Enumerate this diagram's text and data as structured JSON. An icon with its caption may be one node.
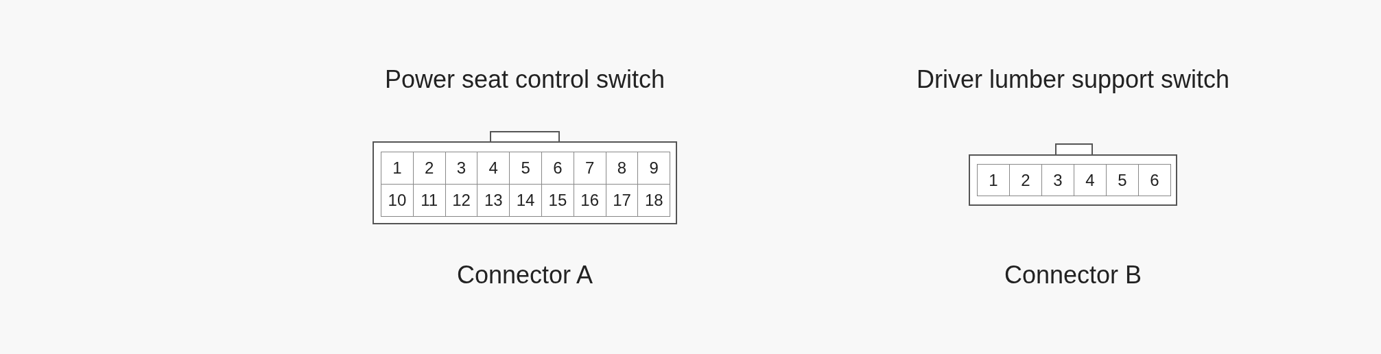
{
  "diagram": {
    "nodes": [
      {
        "text": [
          "Power seat control switch"
        ],
        "beside": [
          "Connector A"
        ]
      },
      {
        "text": [
          "1"
        ],
        "in": 0
      },
      {
        "text": [
          "2"
        ],
        "in": 0
      },
      {
        "text": [
          "3"
        ],
        "in": 0
      },
      {
        "text": [
          "4"
        ],
        "in": 0
      },
      {
        "text": [
          "5"
        ],
        "in": 0
      },
      {
        "text": [
          "6"
        ],
        "in": 0
      },
      {
        "text": [
          "7"
        ],
        "in": 0
      },
      {
        "text": [
          "8"
        ],
        "in": 0
      },
      {
        "text": [
          "9"
        ],
        "in": 0
      },
      {
        "text": [
          "10"
        ],
        "in": 0
      },
      {
        "text": [
          "11"
        ],
        "in": 0
      },
      {
        "text": [
          "12"
        ],
        "in": 0
      },
      {
        "text": [
          "13"
        ],
        "in": 0
      },
      {
        "text": [
          "14"
        ],
        "in": 0
      },
      {
        "text": [
          "15"
        ],
        "in": 0
      },
      {
        "text": [
          "16"
        ],
        "in": 0
      },
      {
        "text": [
          "17"
        ],
        "in": 0
      },
      {
        "text": [
          "18"
        ],
        "in": 0
      },
      {
        "text": [
          "Driver lumber support switch"
        ],
        "beside": [
          "Connector B"
        ]
      },
      {
        "text": [
          "1"
        ],
        "in": 19
      },
      {
        "text": [
          "2"
        ],
        "in": 19
      },
      {
        "text": [
          "3"
        ],
        "in": 19
      },
      {
        "text": [
          "4"
        ],
        "in": 19
      },
      {
        "text": [
          "5"
        ],
        "in": 19
      },
      {
        "text": [
          "6"
        ],
        "in": 19
      }
    ],
    "edges": []
  }
}
